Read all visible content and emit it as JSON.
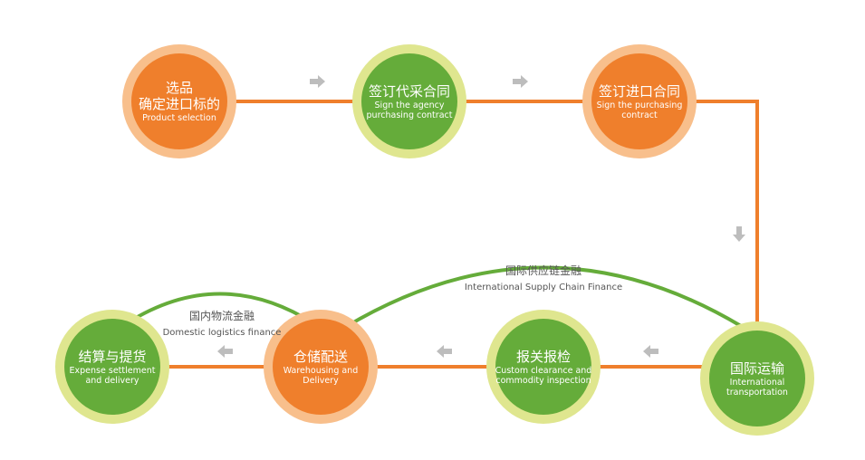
{
  "colors": {
    "orange": "#ef7f2c",
    "orange_ring": "#f8bf8c",
    "green": "#65ac3a",
    "green_ring": "#dfe68f",
    "line": "#ef7f2c",
    "arc": "#65ac3a",
    "arrow": "#bdbdbd"
  },
  "nodes": [
    {
      "zh": "选品\n确定进口标的",
      "en": "Product selection",
      "color": "orange"
    },
    {
      "zh": "签订代采合同",
      "en": "Sign the agency purchasing contract",
      "color": "green"
    },
    {
      "zh": "签订进口合同",
      "en": "Sign the purchasing contract",
      "color": "orange"
    },
    {
      "zh": "国际运输",
      "en": "International transportation",
      "color": "green"
    },
    {
      "zh": "报关报检",
      "en": "Custom clearance and commodity inspection",
      "color": "green"
    },
    {
      "zh": "仓储配送",
      "en": "Warehousing and Delivery",
      "color": "orange"
    },
    {
      "zh": "结算与提货",
      "en": "Expense settlement and delivery",
      "color": "green"
    }
  ],
  "finance": {
    "international": {
      "zh": "国际供应链金融",
      "en": "International Supply Chain Finance"
    },
    "domestic": {
      "zh": "国内物流金融",
      "en": "Domestic logistics finance"
    }
  }
}
